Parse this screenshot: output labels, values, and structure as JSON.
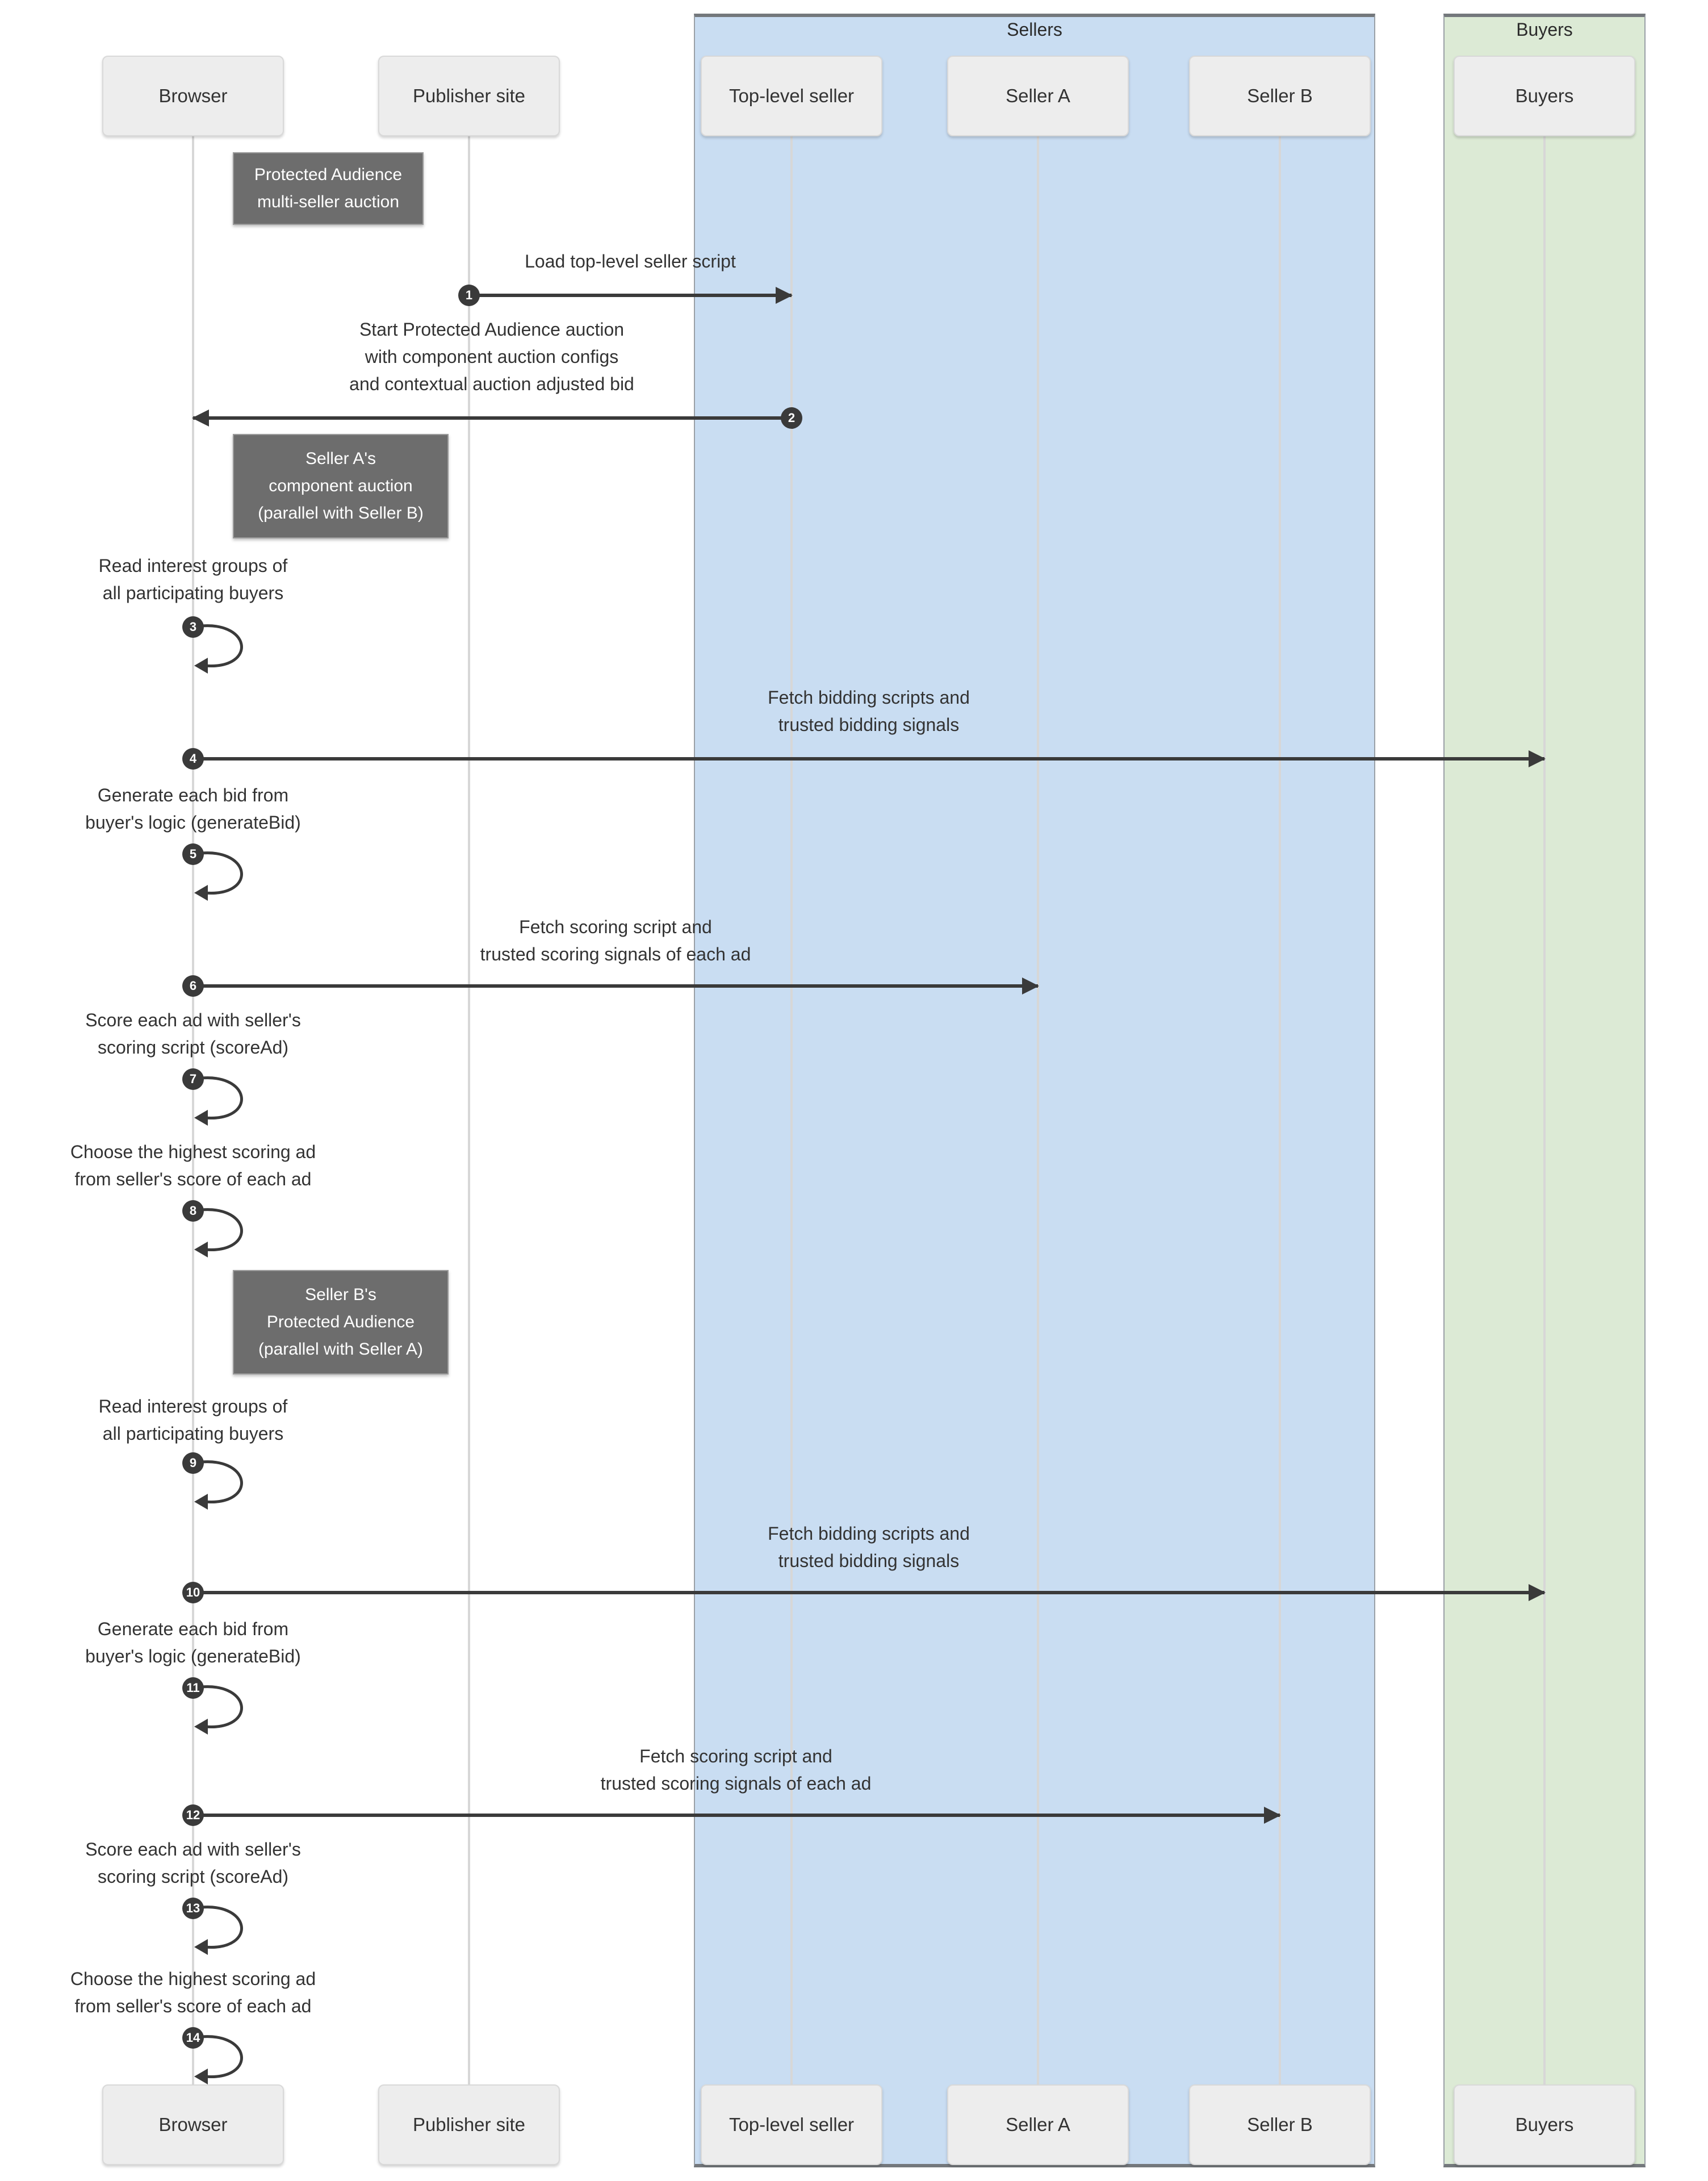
{
  "frames": [
    {
      "label": "Sellers",
      "fill": "#c9ddf2",
      "border": "#74787c"
    },
    {
      "label": "Buyers",
      "fill": "#dcead5",
      "border": "#74787c"
    }
  ],
  "actors": [
    {
      "label": "Browser"
    },
    {
      "label": "Publisher site"
    },
    {
      "label": "Top-level seller"
    },
    {
      "label": "Seller A"
    },
    {
      "label": "Seller B"
    },
    {
      "label": "Buyers"
    }
  ],
  "notes": [
    {
      "text": "Protected Audience\nmulti-seller auction"
    },
    {
      "text": "Seller A's\ncomponent auction\n(parallel with Seller B)"
    },
    {
      "text": "Seller B's\nProtected Audience\n(parallel with Seller A)"
    }
  ],
  "messages": [
    {
      "num": "1",
      "text": "Load top-level seller script",
      "from": "Publisher site",
      "to": "Top-level seller",
      "type": "solid"
    },
    {
      "num": "2",
      "text": "Start Protected Audience auction\nwith component auction configs\nand contextual auction adjusted bid",
      "from": "Top-level seller",
      "to": "Browser",
      "type": "solid"
    },
    {
      "num": "3",
      "text": "Read interest groups of\nall participating buyers",
      "from": "Browser",
      "to": "Browser",
      "type": "self"
    },
    {
      "num": "4",
      "text": "Fetch bidding scripts and\ntrusted bidding signals",
      "from": "Browser",
      "to": "Buyers",
      "type": "solid"
    },
    {
      "num": "5",
      "text": "Generate each bid from\nbuyer's logic (generateBid)",
      "from": "Browser",
      "to": "Browser",
      "type": "self"
    },
    {
      "num": "6",
      "text": "Fetch scoring script and\ntrusted scoring signals of each ad",
      "from": "Browser",
      "to": "Seller A",
      "type": "solid"
    },
    {
      "num": "7",
      "text": "Score each ad with seller's\nscoring script (scoreAd)",
      "from": "Browser",
      "to": "Browser",
      "type": "self"
    },
    {
      "num": "8",
      "text": "Choose the highest scoring ad\nfrom seller's score of each ad",
      "from": "Browser",
      "to": "Browser",
      "type": "self"
    },
    {
      "num": "9",
      "text": "Read interest groups of\nall participating buyers",
      "from": "Browser",
      "to": "Browser",
      "type": "self"
    },
    {
      "num": "10",
      "text": "Fetch bidding scripts and\ntrusted bidding signals",
      "from": "Browser",
      "to": "Buyers",
      "type": "solid"
    },
    {
      "num": "11",
      "text": "Generate each bid from\nbuyer's logic (generateBid)",
      "from": "Browser",
      "to": "Browser",
      "type": "self"
    },
    {
      "num": "12",
      "text": "Fetch scoring script and\ntrusted scoring signals of each ad",
      "from": "Browser",
      "to": "Seller B",
      "type": "solid"
    },
    {
      "num": "13",
      "text": "Score each ad with seller's\nscoring script (scoreAd)",
      "from": "Browser",
      "to": "Browser",
      "type": "self"
    },
    {
      "num": "14",
      "text": "Choose the highest scoring ad\nfrom seller's score of each ad",
      "from": "Browser",
      "to": "Browser",
      "type": "self"
    }
  ],
  "colors": {
    "sellers_frame": "#c9ddf2",
    "buyers_frame": "#dcead5",
    "note_fill": "#6d6d6d",
    "note_text": "#ffffff",
    "actor_box_fill": "#ededed",
    "lifeline": "#d7d7d7",
    "arrow": "#3a3a3a",
    "text": "#333333"
  }
}
